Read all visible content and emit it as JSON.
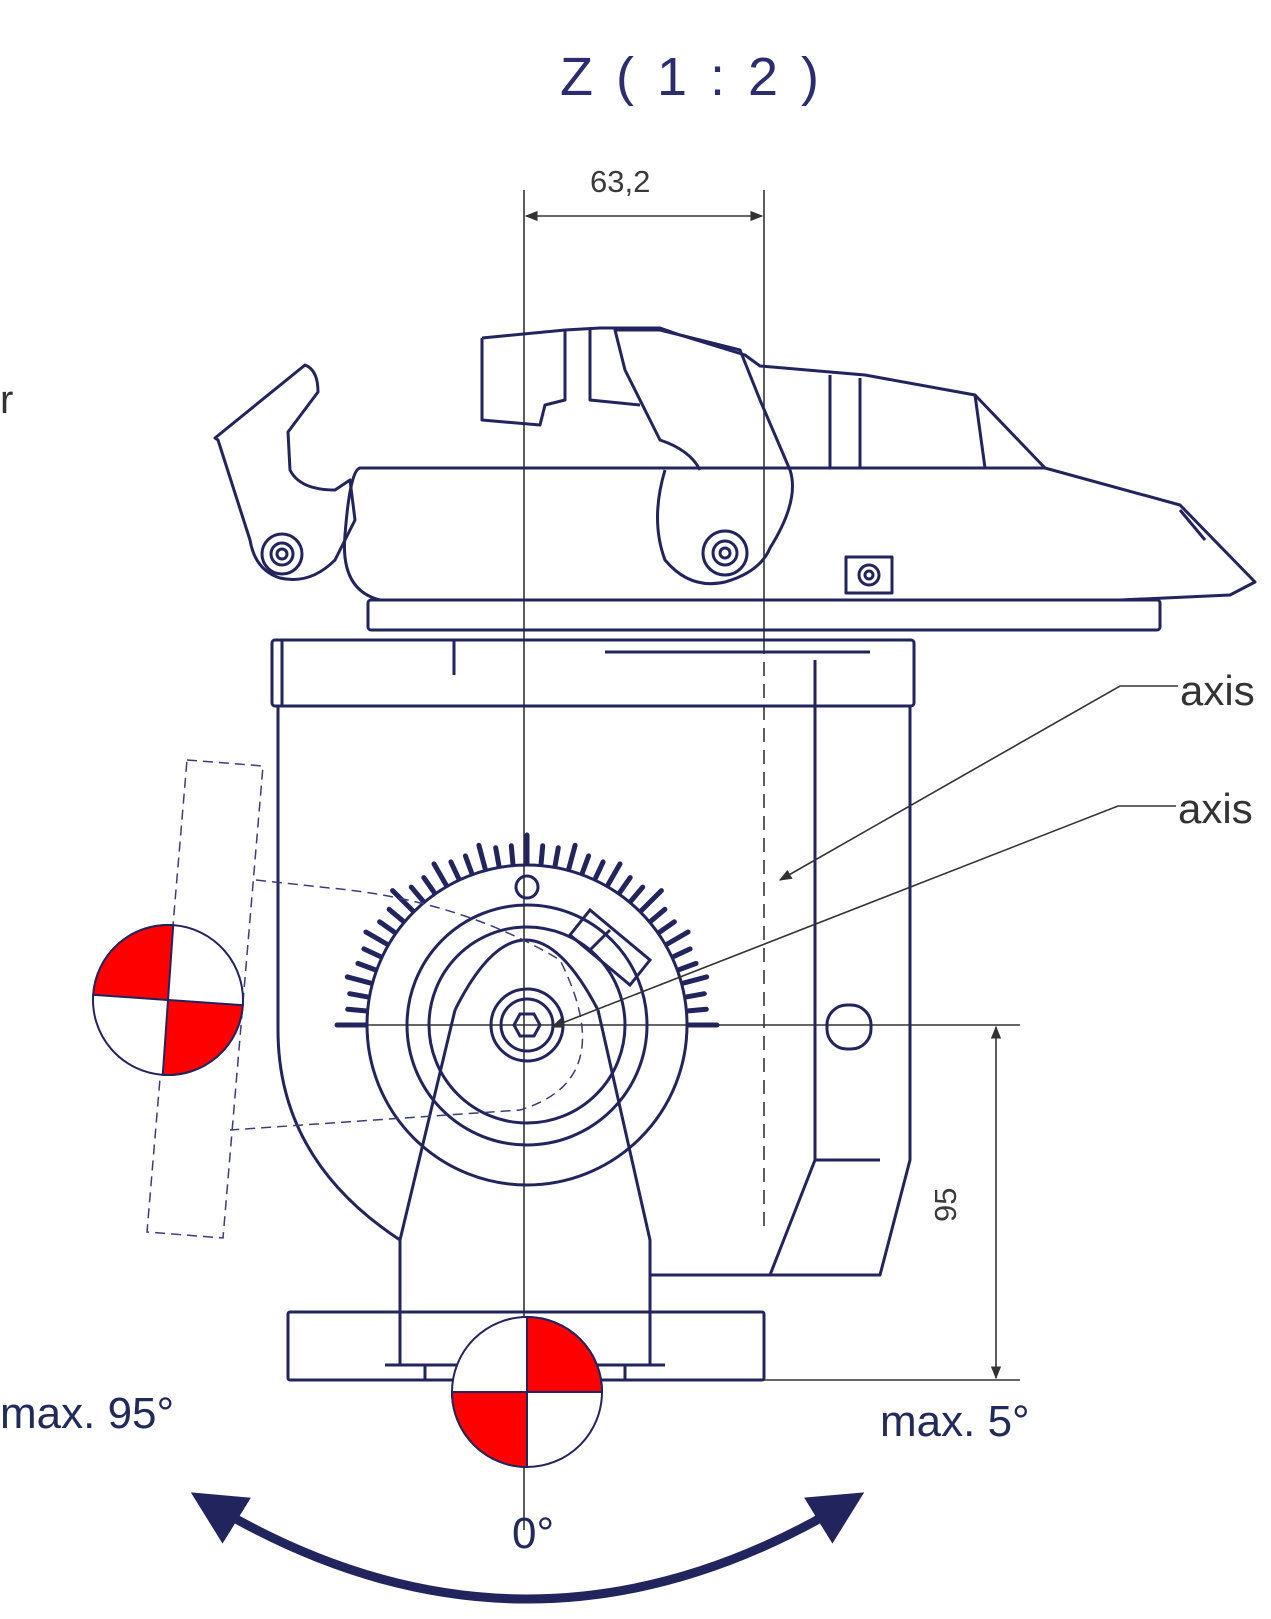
{
  "title": "Z ( 1 : 2 )",
  "dimensions": {
    "width_label": "63,2",
    "height_label": "95"
  },
  "labels": {
    "left_cut": "r",
    "axis_1": "axis",
    "axis_2": "axis",
    "max_left": "max. 95°",
    "max_right": "max. 5°",
    "zero": "0°"
  },
  "colors": {
    "line": "#2b2d6e",
    "dim_line": "#444444",
    "marker_fill": "#ff0000"
  }
}
